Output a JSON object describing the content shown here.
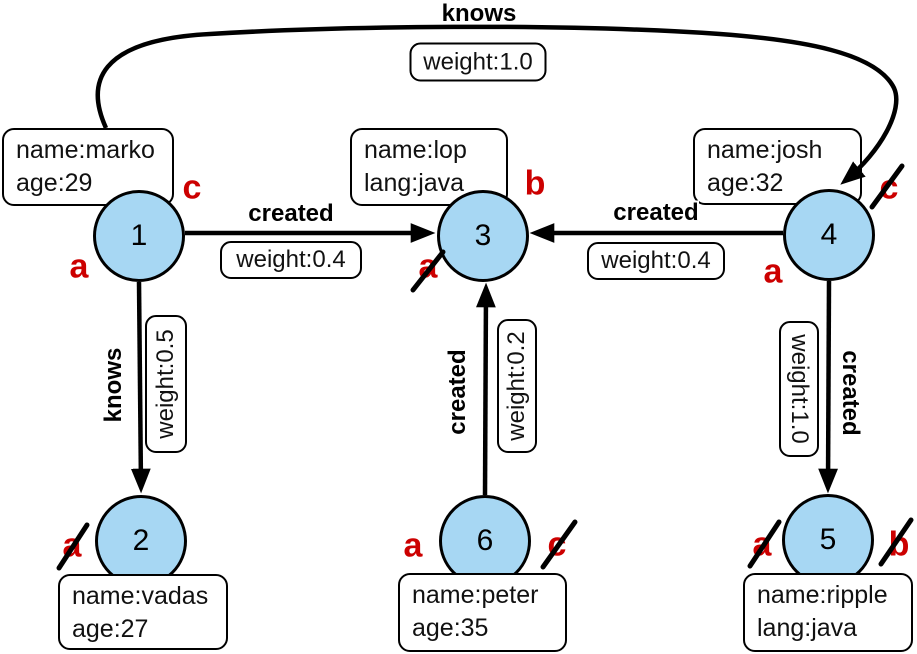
{
  "graph": {
    "colors": {
      "node_fill": "#a7d7f3",
      "stroke": "#000000",
      "mark_red": "#cc0000",
      "box_bg": "#ffffff"
    },
    "vertices": [
      {
        "id": "1",
        "label": "1",
        "properties": [
          "name:marko",
          "age:29"
        ],
        "marks": [
          {
            "letter": "c",
            "struck": false
          },
          {
            "letter": "a",
            "struck": false
          }
        ]
      },
      {
        "id": "2",
        "label": "2",
        "properties": [
          "name:vadas",
          "age:27"
        ],
        "marks": [
          {
            "letter": "a",
            "struck": true
          }
        ]
      },
      {
        "id": "3",
        "label": "3",
        "properties": [
          "name:lop",
          "lang:java"
        ],
        "marks": [
          {
            "letter": "b",
            "struck": false
          },
          {
            "letter": "a",
            "struck": true
          }
        ]
      },
      {
        "id": "4",
        "label": "4",
        "properties": [
          "name:josh",
          "age:32"
        ],
        "marks": [
          {
            "letter": "c",
            "struck": true
          },
          {
            "letter": "a",
            "struck": false
          }
        ]
      },
      {
        "id": "5",
        "label": "5",
        "properties": [
          "name:ripple",
          "lang:java"
        ],
        "marks": [
          {
            "letter": "a",
            "struck": true
          },
          {
            "letter": "b",
            "struck": true
          }
        ]
      },
      {
        "id": "6",
        "label": "6",
        "properties": [
          "name:peter",
          "age:35"
        ],
        "marks": [
          {
            "letter": "a",
            "struck": false
          },
          {
            "letter": "c",
            "struck": true
          }
        ]
      }
    ],
    "edges": [
      {
        "id": "e14",
        "from": "1",
        "to": "4",
        "label": "knows",
        "weight": "weight:1.0"
      },
      {
        "id": "e13",
        "from": "1",
        "to": "3",
        "label": "created",
        "weight": "weight:0.4"
      },
      {
        "id": "e43",
        "from": "4",
        "to": "3",
        "label": "created",
        "weight": "weight:0.4"
      },
      {
        "id": "e12",
        "from": "1",
        "to": "2",
        "label": "knows",
        "weight": "weight:0.5"
      },
      {
        "id": "e63",
        "from": "6",
        "to": "3",
        "label": "created",
        "weight": "weight:0.2"
      },
      {
        "id": "e45",
        "from": "4",
        "to": "5",
        "label": "created",
        "weight": "weight:1.0"
      }
    ]
  }
}
